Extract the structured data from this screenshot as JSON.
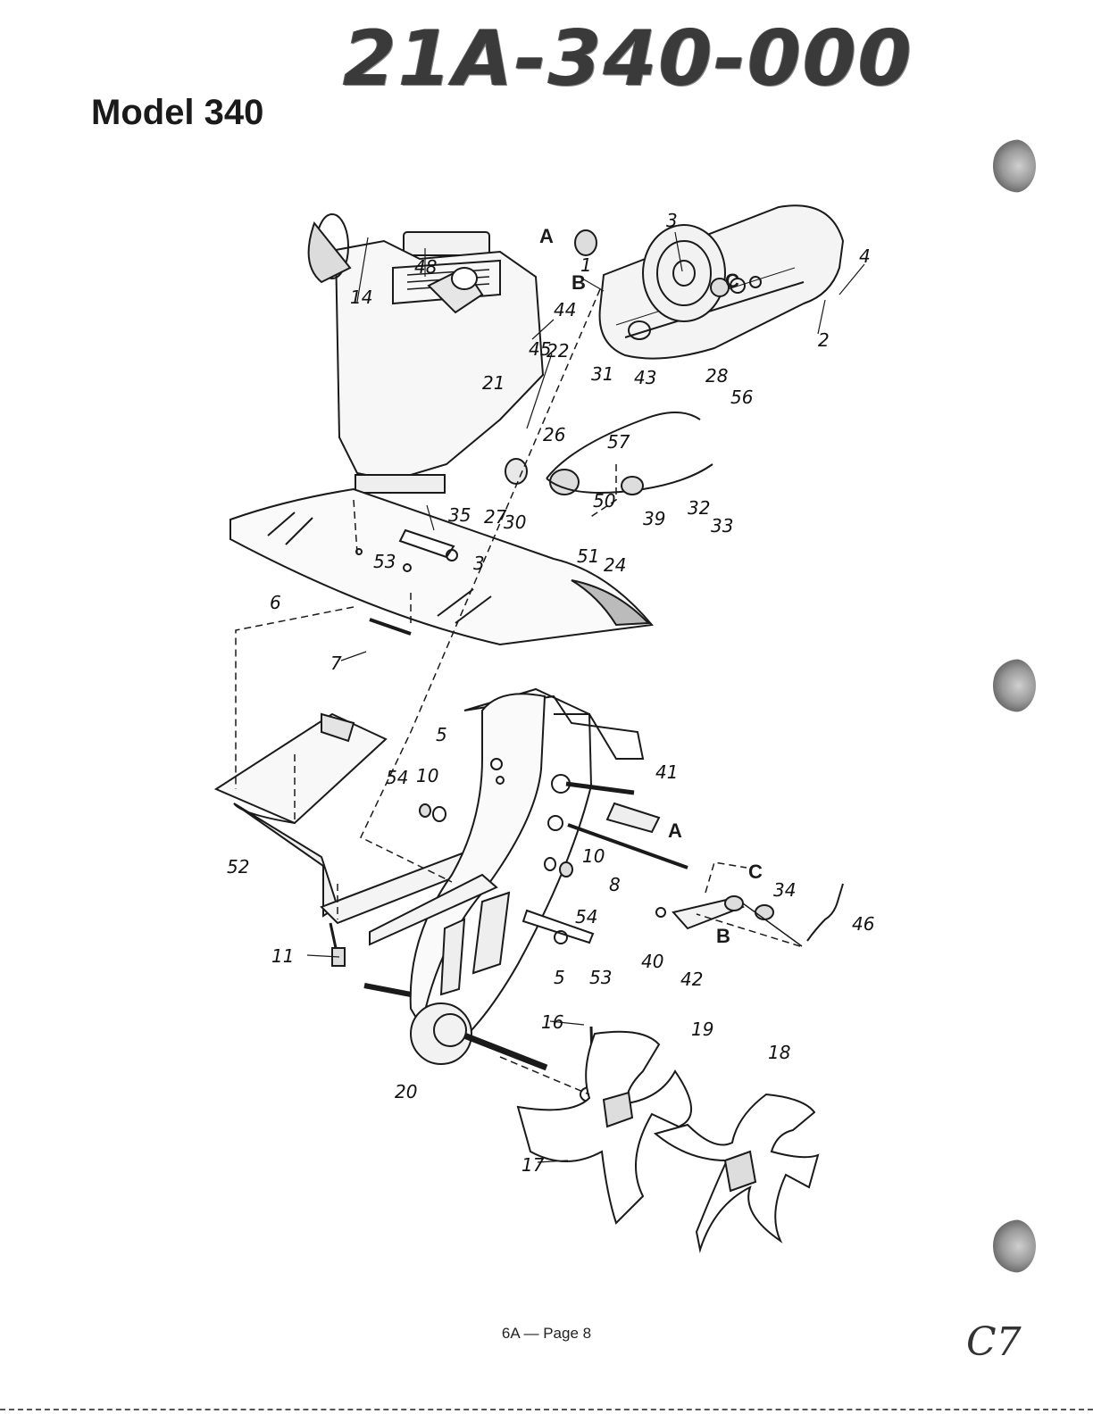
{
  "header": {
    "stamp_number": "21A-340-000",
    "model_title": "Model 340"
  },
  "footer": {
    "page_label": "6A — Page 8",
    "handwritten_mark": "C7"
  },
  "diagram": {
    "callouts": [
      "1",
      "2",
      "3",
      "4",
      "48",
      "14",
      "44",
      "45",
      "22",
      "21",
      "31",
      "43",
      "28",
      "56",
      "26",
      "57",
      "27",
      "30",
      "35",
      "50",
      "39",
      "32",
      "33",
      "53",
      "3",
      "51",
      "24",
      "6",
      "7",
      "5",
      "54",
      "10",
      "41",
      "52",
      "10",
      "8",
      "34",
      "46",
      "54",
      "11",
      "5",
      "53",
      "40",
      "42",
      "16",
      "19",
      "18",
      "20",
      "17"
    ],
    "reference_letters": [
      "A",
      "B",
      "C",
      "A",
      "C",
      "B"
    ]
  }
}
